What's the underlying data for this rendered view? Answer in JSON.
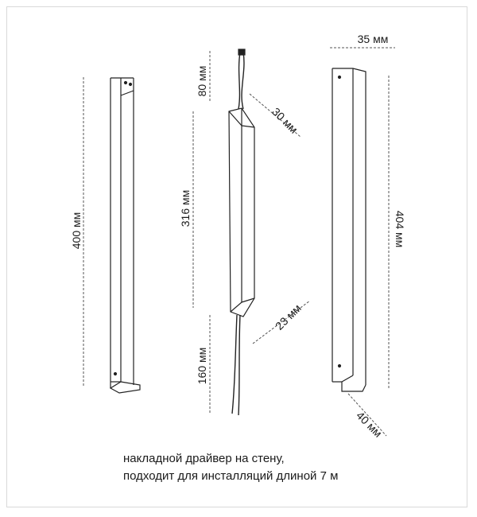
{
  "labels": {
    "left_height": "400 мм",
    "cable_top": "80 мм",
    "driver_length": "316 мм",
    "driver_top_width": "30 мм",
    "driver_bottom_width": "23 мм",
    "cable_bottom": "160 мм",
    "right_top_width": "35 мм",
    "right_height": "404 мм",
    "right_bottom_width": "40 мм"
  },
  "caption": {
    "line1": "накладной драйвер на стену,",
    "line2": "подходит для инсталляций длиной 7 м"
  }
}
